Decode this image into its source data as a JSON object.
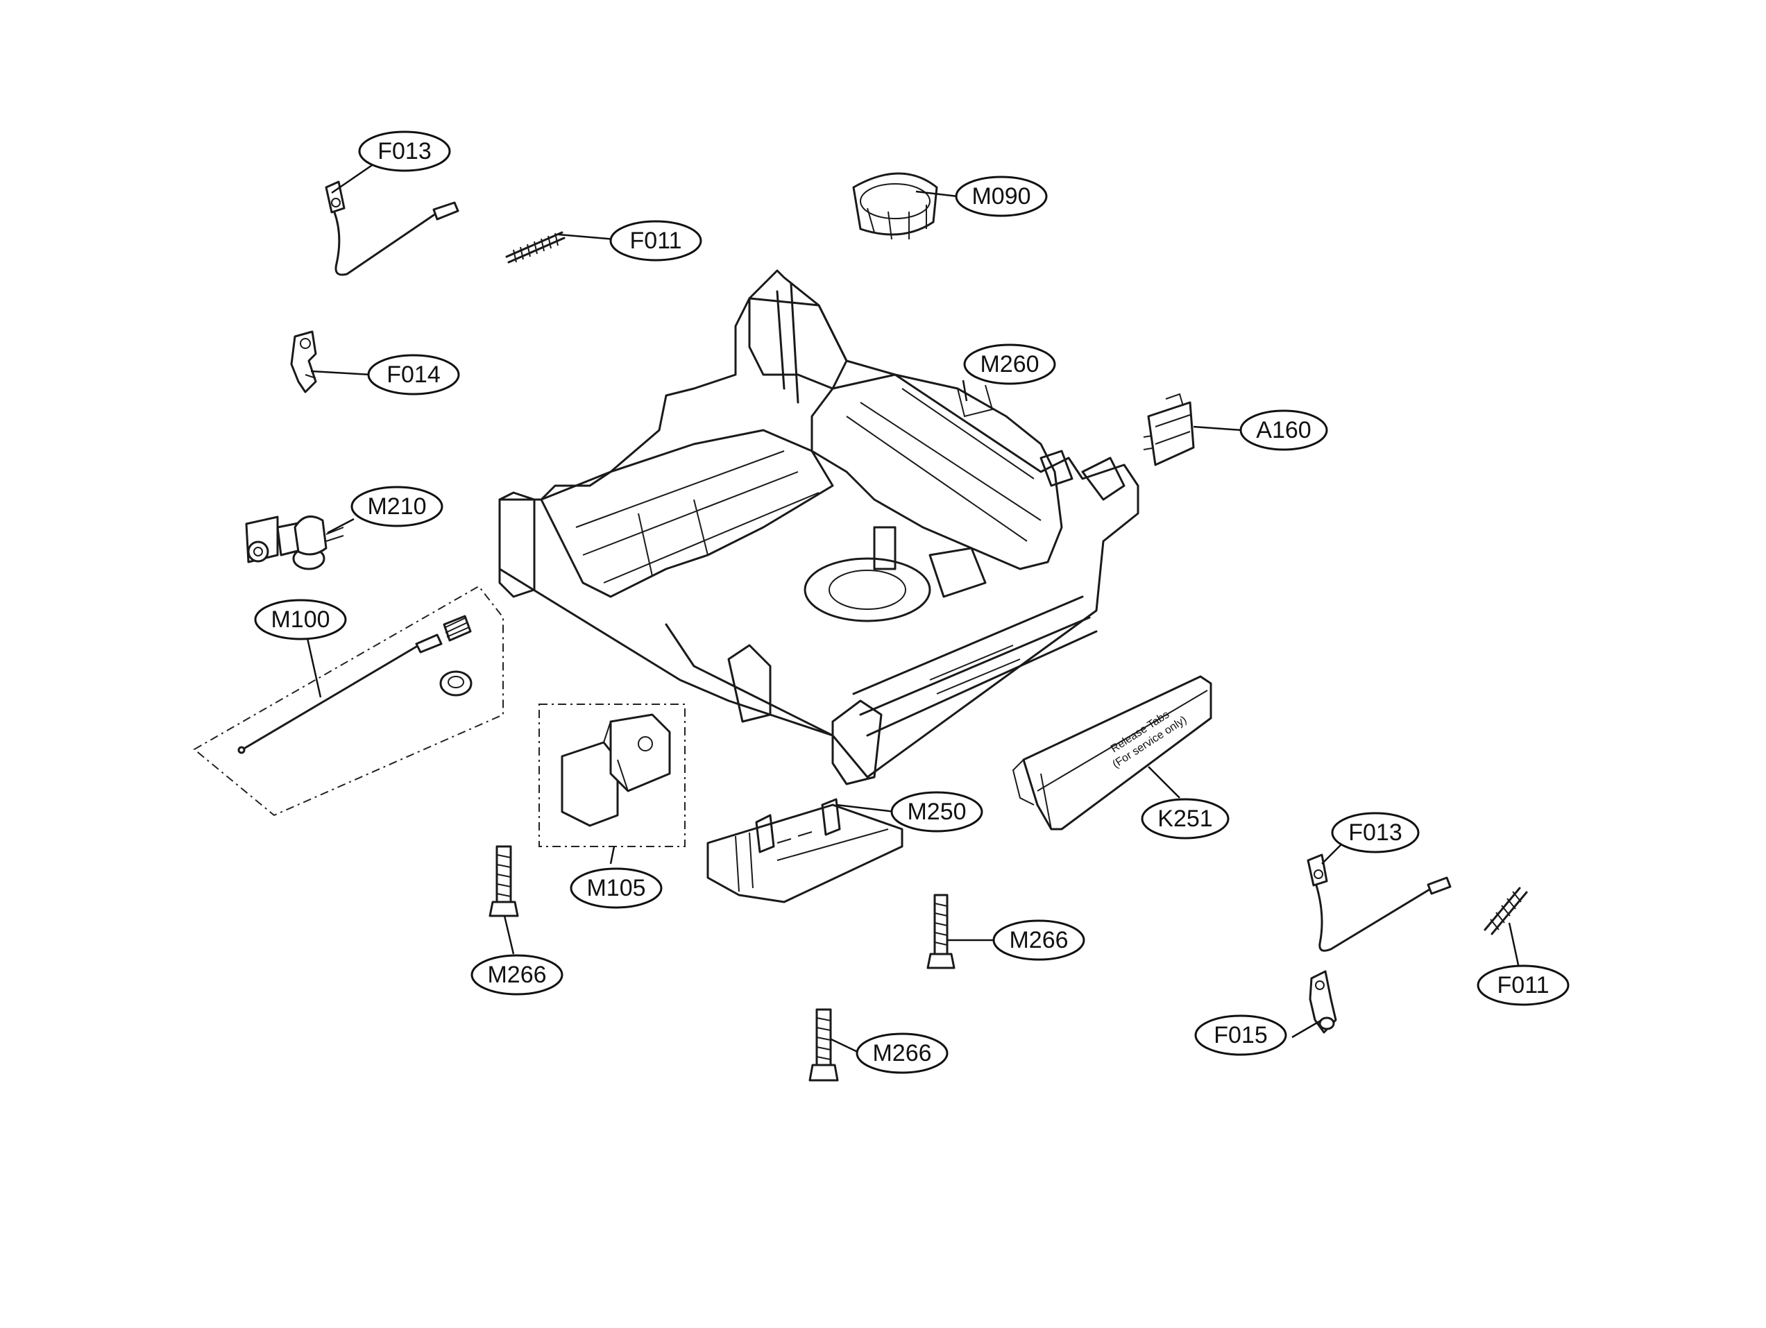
{
  "callouts": [
    {
      "id": "F013_top",
      "label": "F013"
    },
    {
      "id": "F011_top",
      "label": "F011"
    },
    {
      "id": "M090",
      "label": "M090"
    },
    {
      "id": "F014",
      "label": "F014"
    },
    {
      "id": "M260",
      "label": "M260"
    },
    {
      "id": "A160",
      "label": "A160"
    },
    {
      "id": "M210",
      "label": "M210"
    },
    {
      "id": "M100",
      "label": "M100"
    },
    {
      "id": "M250",
      "label": "M250"
    },
    {
      "id": "K251",
      "label": "K251"
    },
    {
      "id": "M105",
      "label": "M105"
    },
    {
      "id": "F013_right",
      "label": "F013"
    },
    {
      "id": "M266_mid",
      "label": "M266"
    },
    {
      "id": "M266_left",
      "label": "M266"
    },
    {
      "id": "F011_right",
      "label": "F011"
    },
    {
      "id": "F015",
      "label": "F015"
    },
    {
      "id": "M266_bottom",
      "label": "M266"
    }
  ],
  "panel_text": {
    "line1": "Release Tabs",
    "line2": "(For service only)"
  }
}
